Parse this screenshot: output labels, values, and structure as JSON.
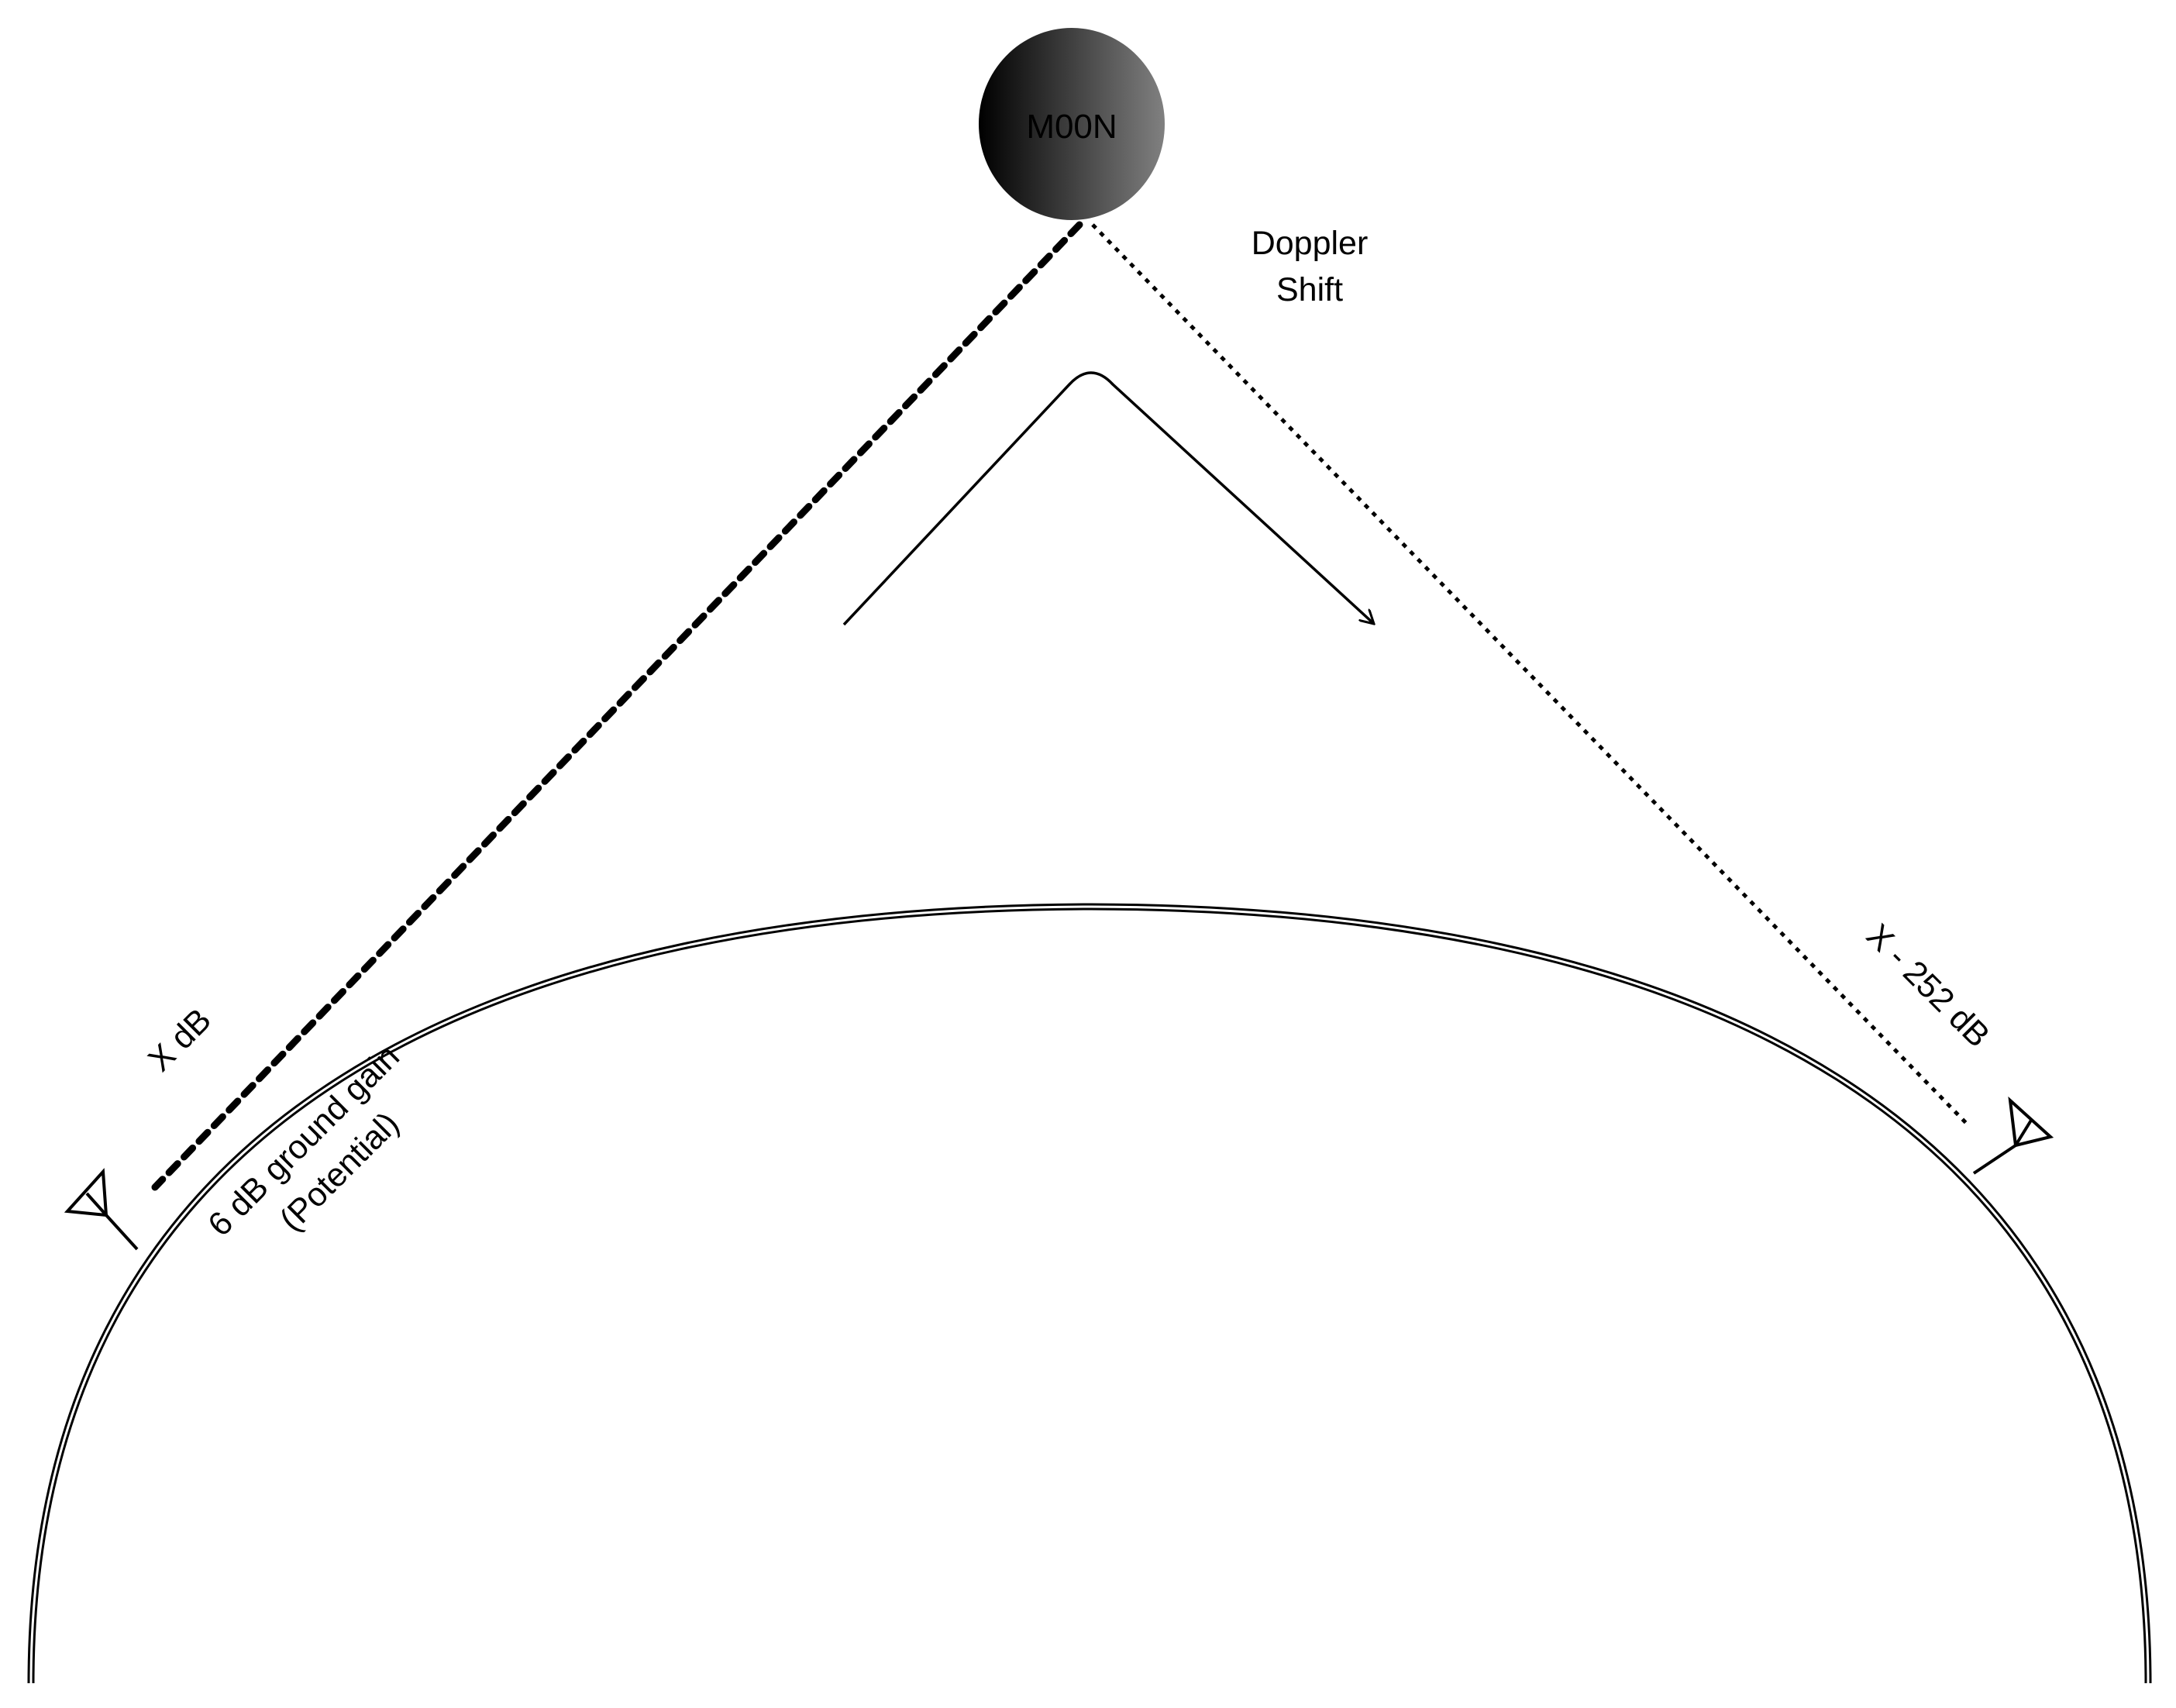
{
  "moon": {
    "label": "M00N",
    "gradient_start": "#000000",
    "gradient_end": "#808080"
  },
  "doppler": {
    "line1": "Doppler",
    "line2": "Shift"
  },
  "left_path": {
    "label": "X dB"
  },
  "right_path": {
    "label": "X - 252 dB"
  },
  "ground_gain": {
    "line1": "6 dB ground gain",
    "line2": "(Potential)"
  }
}
